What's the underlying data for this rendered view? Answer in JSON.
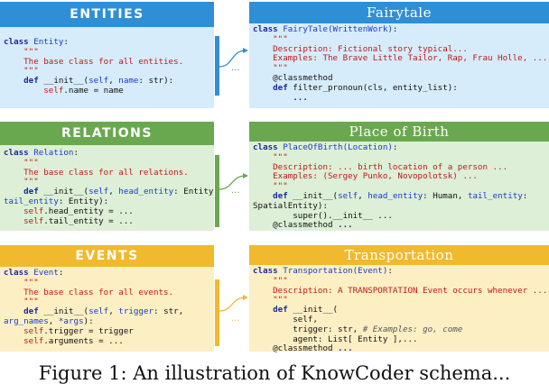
{
  "caption": "Figure 1: An illustration of KnowCoder schema...",
  "colors": {
    "blue_head": "#2f8fd6",
    "blue_bg": "#d6ecfa",
    "green_head": "#6aa84f",
    "green_bg": "#ddefd6",
    "yellow_head": "#f0b92e",
    "yellow_bg": "#fcefc4"
  },
  "panels": {
    "entities": {
      "title": "ENTITIES",
      "lines": [
        [
          {
            "t": "class ",
            "c": "kw"
          },
          {
            "t": "Entity",
            "c": "cls"
          },
          {
            "t": ":",
            "c": "plain"
          }
        ],
        [
          {
            "t": "    \"\"\"",
            "c": "str"
          }
        ],
        [
          {
            "t": "    The base class for all entities.",
            "c": "str"
          }
        ],
        [
          {
            "t": "    \"\"\"",
            "c": "str"
          }
        ],
        [
          {
            "t": "    def ",
            "c": "kw"
          },
          {
            "t": "__init__(",
            "c": "plain"
          },
          {
            "t": "self",
            "c": "cls"
          },
          {
            "t": ", ",
            "c": "plain"
          },
          {
            "t": "name",
            "c": "cls"
          },
          {
            "t": ": str):",
            "c": "plain"
          }
        ],
        [
          {
            "t": "        self",
            "c": "str"
          },
          {
            "t": ".name = name",
            "c": "plain"
          }
        ]
      ]
    },
    "fairytale": {
      "title": "Fairytale",
      "lines": [
        [
          {
            "t": "class ",
            "c": "kw"
          },
          {
            "t": "FairyTale(WrittenWork)",
            "c": "cls"
          },
          {
            "t": ":",
            "c": "plain"
          }
        ],
        [
          {
            "t": "    \"\"\"",
            "c": "str"
          }
        ],
        [
          {
            "t": "    Description: Fictional story typical...",
            "c": "str"
          }
        ],
        [
          {
            "t": "    Examples: The Brave Little Tailor, Rap, Frau Holle, ...",
            "c": "str"
          }
        ],
        [
          {
            "t": "    \"\"\"",
            "c": "str"
          }
        ],
        [
          {
            "t": "    @classmethod",
            "c": "plain"
          }
        ],
        [
          {
            "t": "    def ",
            "c": "kw"
          },
          {
            "t": "filter_pronoun(cls, entity_list):",
            "c": "plain"
          }
        ],
        [
          {
            "t": "        ...",
            "c": "kw"
          }
        ]
      ]
    },
    "relations": {
      "title": "RELATIONS",
      "lines": [
        [
          {
            "t": "class ",
            "c": "kw"
          },
          {
            "t": "Relation",
            "c": "cls"
          },
          {
            "t": ":",
            "c": "plain"
          }
        ],
        [
          {
            "t": "    \"\"\"",
            "c": "str"
          }
        ],
        [
          {
            "t": "    The base class for all relations.",
            "c": "str"
          }
        ],
        [
          {
            "t": "    \"\"\"",
            "c": "str"
          }
        ],
        [
          {
            "t": "    def ",
            "c": "kw"
          },
          {
            "t": "__init__(",
            "c": "plain"
          },
          {
            "t": "self",
            "c": "cls"
          },
          {
            "t": ", ",
            "c": "plain"
          },
          {
            "t": "head_entity",
            "c": "cls"
          },
          {
            "t": ": Entity,",
            "c": "plain"
          }
        ],
        [
          {
            "t": "tail_entity",
            "c": "cls"
          },
          {
            "t": ": Entity):",
            "c": "plain"
          }
        ],
        [
          {
            "t": "    self",
            "c": "str"
          },
          {
            "t": ".head_entity = ...",
            "c": "plain"
          }
        ],
        [
          {
            "t": "    self",
            "c": "str"
          },
          {
            "t": ".tail_entity = ...",
            "c": "plain"
          }
        ]
      ]
    },
    "place_of_birth": {
      "title": "Place of Birth",
      "lines": [
        [
          {
            "t": "class ",
            "c": "kw"
          },
          {
            "t": "PlaceOfBirth(Location)",
            "c": "cls"
          },
          {
            "t": ":",
            "c": "plain"
          }
        ],
        [
          {
            "t": "    \"\"\"",
            "c": "str"
          }
        ],
        [
          {
            "t": "    Description: ... birth location of a person ...",
            "c": "str"
          }
        ],
        [
          {
            "t": "    Examples: (Sergey Punko, Novopolotsk) ...",
            "c": "str"
          }
        ],
        [
          {
            "t": "    \"\"\"",
            "c": "str"
          }
        ],
        [
          {
            "t": "    def ",
            "c": "kw"
          },
          {
            "t": "__init__(",
            "c": "plain"
          },
          {
            "t": "self",
            "c": "cls"
          },
          {
            "t": ", ",
            "c": "plain"
          },
          {
            "t": "head_entity",
            "c": "cls"
          },
          {
            "t": ": Human, ",
            "c": "plain"
          },
          {
            "t": "tail_entity",
            "c": "cls"
          },
          {
            "t": ":",
            "c": "plain"
          }
        ],
        [
          {
            "t": "SpatialEntity):",
            "c": "plain"
          }
        ],
        [
          {
            "t": "        super().__init__ ...",
            "c": "plain"
          }
        ],
        [
          {
            "t": "    @classmethod ",
            "c": "plain"
          },
          {
            "t": "...",
            "c": "kw"
          }
        ]
      ]
    },
    "events": {
      "title": "EVENTS",
      "lines": [
        [
          {
            "t": "class ",
            "c": "kw"
          },
          {
            "t": "Event",
            "c": "cls"
          },
          {
            "t": ":",
            "c": "plain"
          }
        ],
        [
          {
            "t": "    \"\"\"",
            "c": "str"
          }
        ],
        [
          {
            "t": "    The base class for all events.",
            "c": "str"
          }
        ],
        [
          {
            "t": "    \"\"\"",
            "c": "str"
          }
        ],
        [
          {
            "t": "    def ",
            "c": "kw"
          },
          {
            "t": "__init__(",
            "c": "plain"
          },
          {
            "t": "self",
            "c": "cls"
          },
          {
            "t": ", ",
            "c": "plain"
          },
          {
            "t": "trigger",
            "c": "cls"
          },
          {
            "t": ": str,",
            "c": "plain"
          }
        ],
        [
          {
            "t": "arg_names",
            "c": "cls"
          },
          {
            "t": ", ",
            "c": "plain"
          },
          {
            "t": "*args",
            "c": "cls"
          },
          {
            "t": "):",
            "c": "plain"
          }
        ],
        [
          {
            "t": "    self",
            "c": "str"
          },
          {
            "t": ".trigger = trigger",
            "c": "plain"
          }
        ],
        [
          {
            "t": "    self",
            "c": "str"
          },
          {
            "t": ".arguments = ...",
            "c": "plain"
          }
        ]
      ]
    },
    "transportation": {
      "title": "Transportation",
      "lines": [
        [
          {
            "t": "class ",
            "c": "kw"
          },
          {
            "t": "Transportation(Event)",
            "c": "cls"
          },
          {
            "t": ":",
            "c": "plain"
          }
        ],
        [
          {
            "t": "    \"\"\"",
            "c": "str"
          }
        ],
        [
          {
            "t": "    Description: A TRANSPORTATION Event occurs whenever ...",
            "c": "str"
          }
        ],
        [
          {
            "t": "    \"\"\"",
            "c": "str"
          }
        ],
        [
          {
            "t": "    def ",
            "c": "kw"
          },
          {
            "t": "__init__(",
            "c": "plain"
          }
        ],
        [
          {
            "t": "        self,",
            "c": "plain"
          }
        ],
        [
          {
            "t": "        trigger: str, ",
            "c": "plain"
          },
          {
            "t": "# Examples: go, come",
            "c": "cmt"
          }
        ],
        [
          {
            "t": "        agent: List[ Entity ],...",
            "c": "plain"
          }
        ],
        [
          {
            "t": "    @classmethod ",
            "c": "plain"
          },
          {
            "t": "...",
            "c": "kw"
          }
        ]
      ]
    }
  },
  "ellipsis": "..."
}
